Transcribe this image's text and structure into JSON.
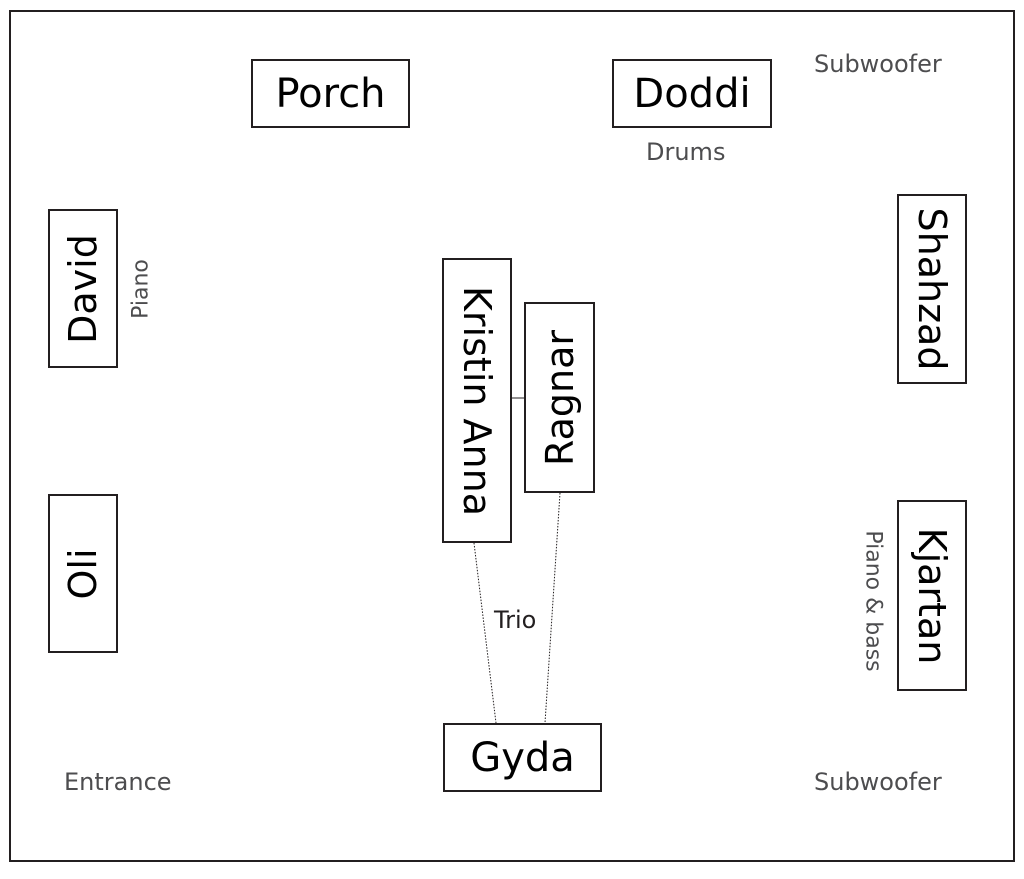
{
  "people": {
    "porch": "Porch",
    "doddi": "Doddi",
    "david": "David",
    "oli": "Oli",
    "kristin_anna": "Kristin Anna",
    "ragnar": "Ragnar",
    "shahzad": "Shahzad",
    "kjartan": "Kjartan",
    "gyda": "Gyda"
  },
  "labels": {
    "subwoofer_top": "Subwoofer",
    "drums": "Drums",
    "piano": "Piano",
    "trio": "Trio",
    "piano_bass": "Piano & bass",
    "entrance": "Entrance",
    "subwoofer_bottom": "Subwoofer"
  }
}
